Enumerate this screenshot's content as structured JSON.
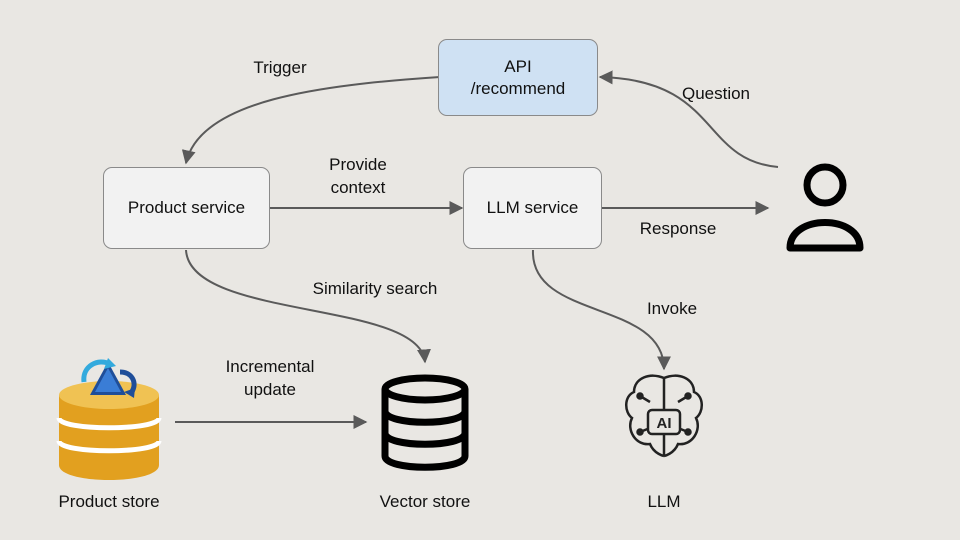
{
  "nodes": {
    "api": {
      "line1": "API",
      "line2": "/recommend"
    },
    "product_service": "Product service",
    "llm_service": "LLM service",
    "product_store": "Product store",
    "vector_store": "Vector store",
    "llm": "LLM",
    "llm_icon_text": "AI"
  },
  "edges": {
    "trigger": "Trigger",
    "question": "Question",
    "provide_context": {
      "line1": "Provide",
      "line2": "context"
    },
    "response": "Response",
    "similarity_search": "Similarity search",
    "invoke": "Invoke",
    "incremental_update": {
      "line1": "Incremental",
      "line2": "update"
    }
  },
  "colors": {
    "api_fill": "#cfe1f3",
    "box_fill": "#f2f2f2",
    "edge": "#5a5a5a",
    "db_gold": "#e2a01f",
    "background": "#e9e7e3"
  },
  "icons": [
    "user-icon",
    "database-icon",
    "ai-brain-icon",
    "product-store-icon"
  ]
}
